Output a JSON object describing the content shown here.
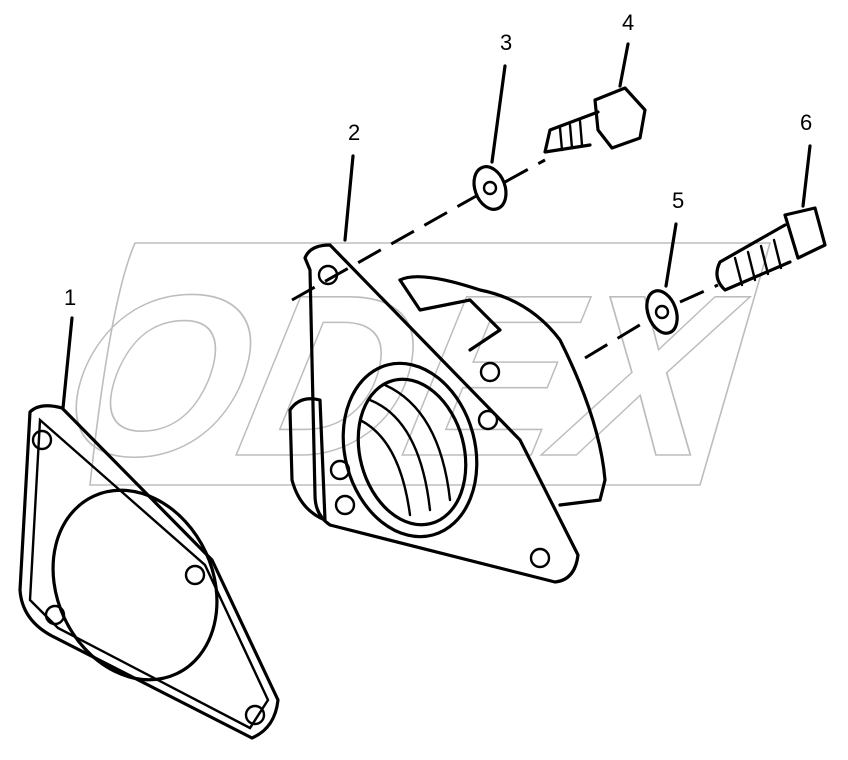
{
  "watermark": "ODEX",
  "callouts": [
    {
      "id": "1",
      "part": "gasket"
    },
    {
      "id": "2",
      "part": "flange-housing"
    },
    {
      "id": "3",
      "part": "washer"
    },
    {
      "id": "4",
      "part": "hex-bolt"
    },
    {
      "id": "5",
      "part": "washer"
    },
    {
      "id": "6",
      "part": "bolt"
    }
  ]
}
